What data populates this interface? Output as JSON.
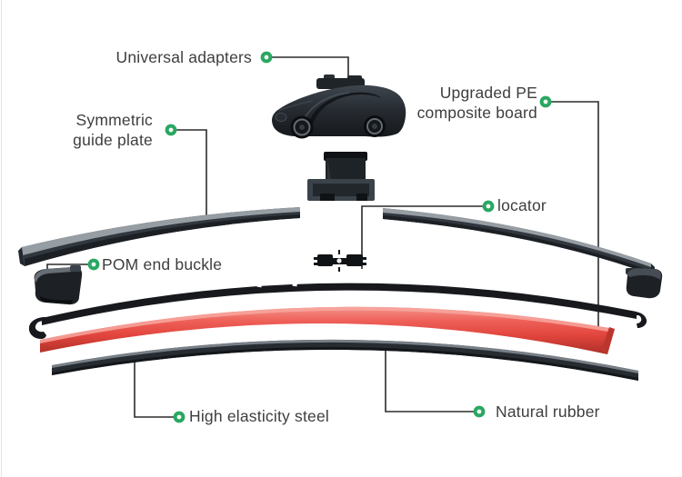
{
  "callouts": {
    "universal_adapters": {
      "label": "Universal adapters"
    },
    "symmetric_guide_plate": {
      "label": "Symmetric\nguide plate"
    },
    "upgraded_pe_composite_board": {
      "label": "Upgraded PE\ncomposite board"
    },
    "locator": {
      "label": "locator"
    },
    "pom_end_buckle": {
      "label": "POM end buckle"
    },
    "high_elasticity_steel": {
      "label": "High elasticity steel"
    },
    "natural_rubber": {
      "label": "Natural rubber"
    }
  },
  "colors": {
    "marker_green": "#2aa761",
    "marker_hole": "#f4f9f6",
    "leader_line": "#2b2b2b",
    "label_text": "#3e3e3e",
    "rubber_red": "#e2453d",
    "part_dark": "#23282d",
    "background": "#ffffff"
  }
}
